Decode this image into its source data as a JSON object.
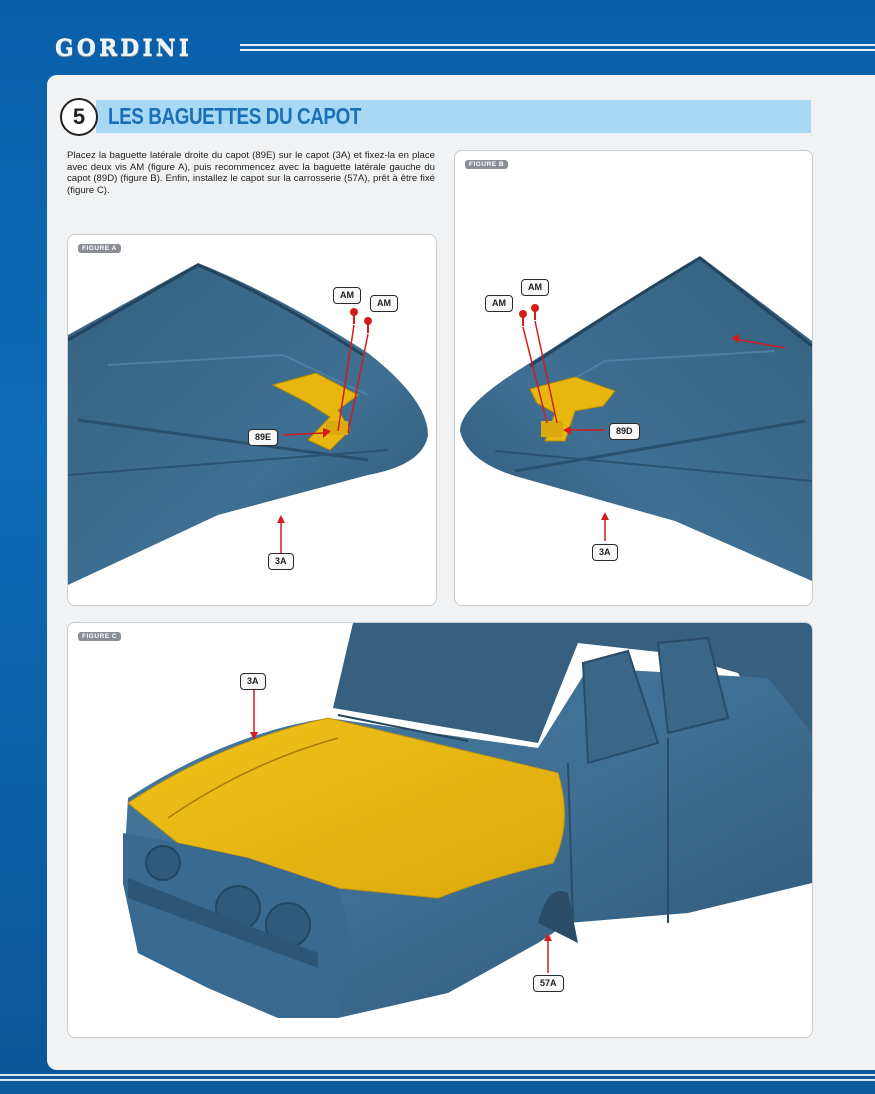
{
  "brand": {
    "logo_text": "GORDINI"
  },
  "step": {
    "number": "5",
    "title": "LES BAGUETTES DU CAPOT"
  },
  "instructions": "Placez la baguette latérale droite du capot (89E) sur le capot (3A) et fixez-la en place avec deux vis AM (figure A), puis recommencez avec la baguette latérale gauche du capot (89D) (figure B). Enfin, installez le capot sur la carrosserie (57A), prêt à être fixé (figure C).",
  "figures": {
    "a": {
      "tag": "FIGURE A",
      "callouts": {
        "am1": "AM",
        "am2": "AM",
        "part": "89E",
        "hood": "3A"
      }
    },
    "b": {
      "tag": "FIGURE B",
      "callouts": {
        "am1": "AM",
        "am2": "AM",
        "part": "89D",
        "hood": "3A"
      }
    },
    "c": {
      "tag": "FIGURE C",
      "callouts": {
        "hood": "3A",
        "body": "57A"
      }
    }
  },
  "colors": {
    "body_blue": "#3f6f93",
    "hood_yellow": "#e8b70f",
    "arrow_red": "#d41c1c",
    "band": "#a7d9f4"
  }
}
